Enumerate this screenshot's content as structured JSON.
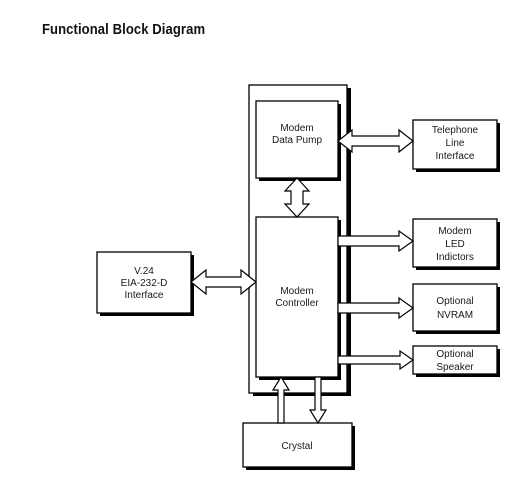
{
  "title": "Functional Block Diagram",
  "colors": {
    "stroke": "#000000",
    "fill": "#ffffff",
    "text": "#1a1a1a"
  },
  "blocks": {
    "data_pump": {
      "lines": [
        "Modem",
        "Data Pump"
      ]
    },
    "controller": {
      "lines": [
        "Modem",
        "Controller"
      ]
    },
    "interface": {
      "lines": [
        "V.24",
        "EIA-232-D",
        "Interface"
      ]
    },
    "telephone": {
      "lines": [
        "Telephone",
        "Line",
        "Interface"
      ]
    },
    "led": {
      "lines": [
        "Modem",
        "LED",
        "Indictors"
      ]
    },
    "nvram": {
      "lines": [
        "Optional",
        "NVRAM"
      ]
    },
    "speaker": {
      "lines": [
        "Optional",
        "Speaker"
      ]
    },
    "crystal": {
      "lines": [
        "Crystal"
      ]
    }
  }
}
